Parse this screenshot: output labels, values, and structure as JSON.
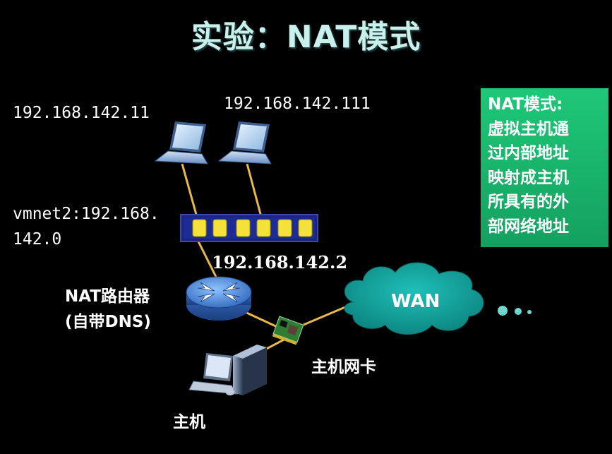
{
  "title": "实验：NAT模式",
  "hosts": {
    "left_ip": "192.168.142.11",
    "right_ip": "192.168.142.111"
  },
  "vmnet": {
    "line1": "vmnet2:192.168.",
    "line2": "142.0"
  },
  "router": {
    "ip": "192.168.142.2",
    "name": "NAT路由器",
    "note": "(自带DNS)"
  },
  "wan": {
    "label": "WAN"
  },
  "nic": {
    "label": "主机网卡"
  },
  "host": {
    "label": "主机"
  },
  "note_box": {
    "lines": [
      "NAT模式:",
      "虚拟主机通",
      "过内部地址",
      "映射成主机",
      "所具有的外",
      "部网络地址"
    ]
  },
  "colors": {
    "title": "#c8f0ec",
    "note_bg": "#1ec878",
    "cable": "#e8b84a",
    "switch": "#1a237e",
    "port": "#f4e23a",
    "cloud": "#0f9e9a",
    "router": "#4a86d6"
  }
}
